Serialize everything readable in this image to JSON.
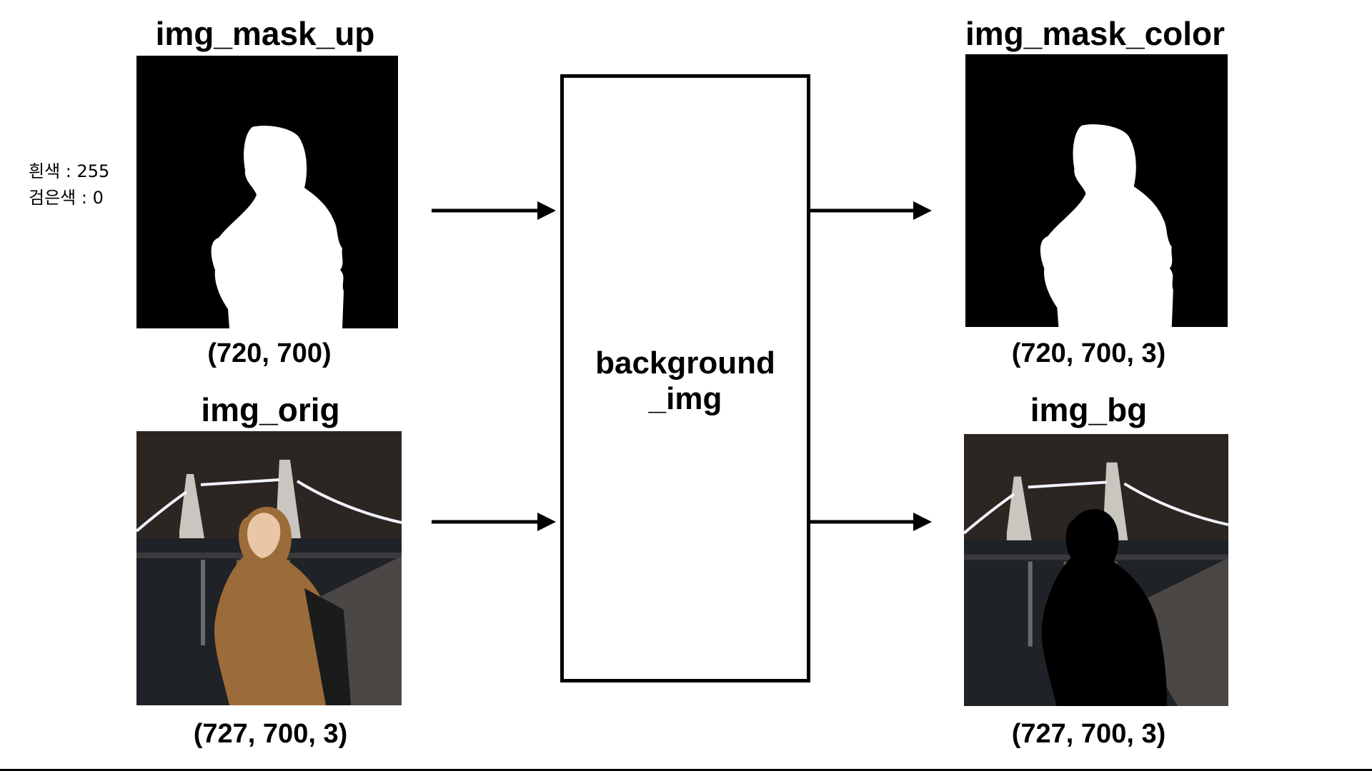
{
  "legend": {
    "white_line": "흰색 : 255",
    "black_line": "검은색 : 0"
  },
  "panels": {
    "mask_up": {
      "title": "img_mask_up",
      "dims": "(720, 700)"
    },
    "orig": {
      "title": "img_orig",
      "dims": "(727, 700, 3)"
    },
    "mask_color": {
      "title": "img_mask_color",
      "dims": "(720, 700, 3)"
    },
    "bg": {
      "title": "img_bg",
      "dims": "(727, 700, 3)"
    }
  },
  "center": {
    "line1": "background",
    "line2": "_img"
  },
  "colors": {
    "mask_background": "#000000",
    "mask_foreground": "#ffffff",
    "night_sky": "#2b2622",
    "river": "#1f2226",
    "bridge_lights": "#f2f4ff"
  }
}
